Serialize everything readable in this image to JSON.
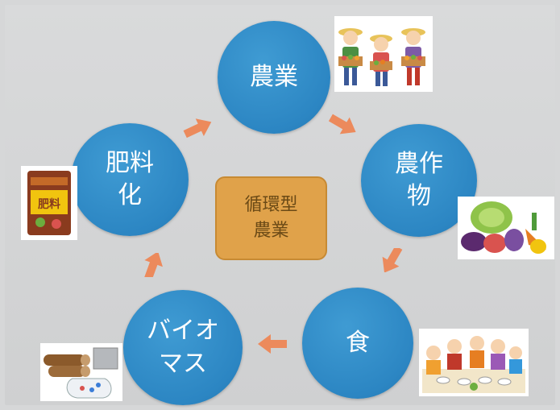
{
  "nodes": {
    "agriculture": "農業",
    "crops": "農作\n物",
    "food": "食",
    "biomass": "バイオ\nマス",
    "fertilizer": "肥料\n化"
  },
  "center_label": "循環型\n農業",
  "fertilizer_bag_text": "肥料",
  "colors": {
    "node_blue": "#2c86c3",
    "center_orange": "#e0a24a",
    "arrow_orange": "#ec8a5c",
    "background_gray": "#d6d7d8"
  },
  "illustrations": [
    "farmers-illustration",
    "vegetables-illustration",
    "family-meal-illustration",
    "biomass-illustration",
    "fertilizer-bag-illustration"
  ]
}
